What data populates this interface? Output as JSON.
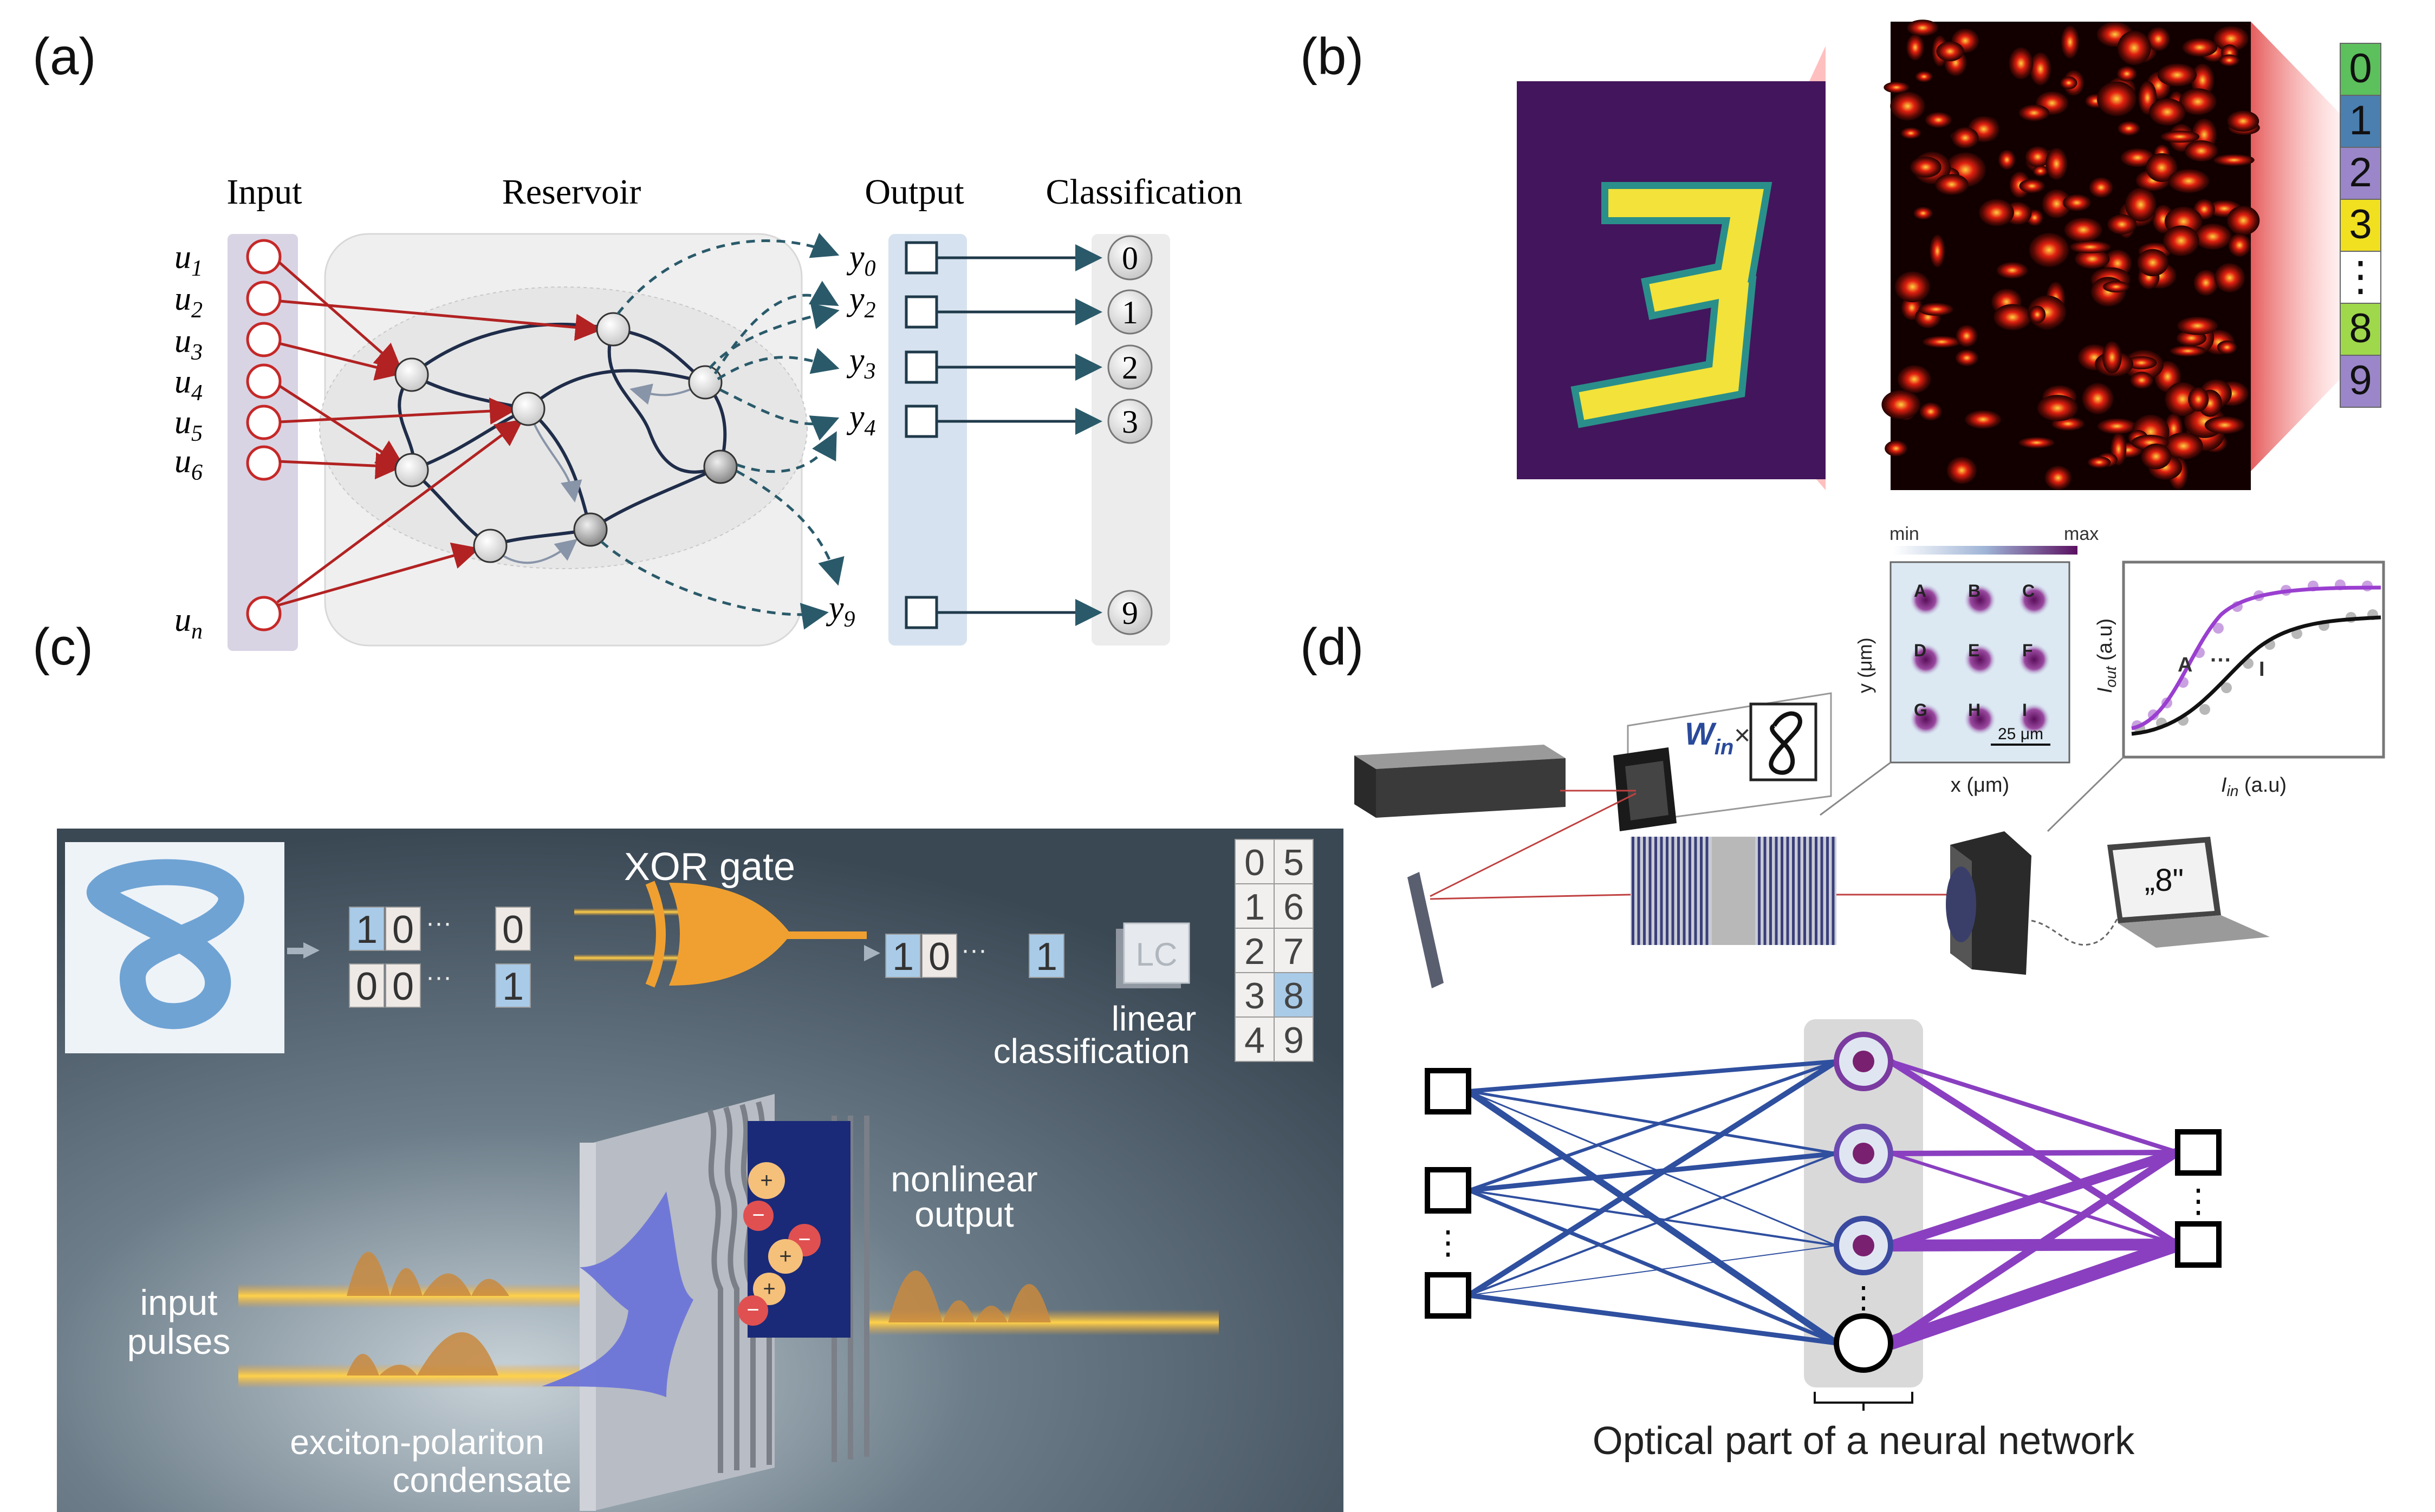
{
  "panel_labels": {
    "a": "(a)",
    "b": "(b)",
    "c": "(c)",
    "d": "(d)"
  },
  "panel_a": {
    "headers": {
      "input": "Input",
      "reservoir": "Reservoir",
      "output": "Output",
      "classification": "Classification"
    },
    "inputs": [
      {
        "sym": "u",
        "sub": "1"
      },
      {
        "sym": "u",
        "sub": "2"
      },
      {
        "sym": "u",
        "sub": "3"
      },
      {
        "sym": "u",
        "sub": "4"
      },
      {
        "sym": "u",
        "sub": "5"
      },
      {
        "sym": "u",
        "sub": "6"
      },
      {
        "sym": "u",
        "sub": "n"
      }
    ],
    "outputs": [
      {
        "sym": "y",
        "sub": "0"
      },
      {
        "sym": "y",
        "sub": "2"
      },
      {
        "sym": "y",
        "sub": "3"
      },
      {
        "sym": "y",
        "sub": "4"
      },
      {
        "sym": "y",
        "sub": "9"
      }
    ],
    "classes": [
      "0",
      "1",
      "2",
      "3",
      "9"
    ],
    "colors": {
      "input_arrow": "#b22222",
      "reservoir_link": "#1f2d4a",
      "output_dash": "#2a5a6a",
      "output_box": "#d6e2ef"
    }
  },
  "panel_b": {
    "digit_shown": "3",
    "class_bar": [
      {
        "label": "0",
        "color": "#5cc05c"
      },
      {
        "label": "1",
        "color": "#4a7fb0"
      },
      {
        "label": "2",
        "color": "#9a86c8"
      },
      {
        "label": "3",
        "color": "#f0e020"
      },
      {
        "label": "⋮",
        "color": "#ffffff"
      },
      {
        "label": "8",
        "color": "#9fd84a"
      },
      {
        "label": "9",
        "color": "#9a86c8"
      }
    ]
  },
  "panel_c": {
    "xor_label": "XOR gate",
    "bits_top": [
      "1",
      "0",
      "0"
    ],
    "bits_bottom": [
      "0",
      "0",
      "1"
    ],
    "bits_result": [
      "1",
      "0",
      "1"
    ],
    "dots": "···",
    "lc_label": "LC",
    "linear_label_1": "linear",
    "linear_label_2": "classification",
    "class_grid": [
      [
        "0",
        "5"
      ],
      [
        "1",
        "6"
      ],
      [
        "2",
        "7"
      ],
      [
        "3",
        "8"
      ],
      [
        "4",
        "9"
      ]
    ],
    "nonlinear_1": "nonlinear",
    "nonlinear_2": "output",
    "input_1": "input",
    "input_2": "pulses",
    "exciton_1": "exciton-polariton",
    "exciton_2": "condensate",
    "colors": {
      "background": "#3f4f5c",
      "xor": "#f0a030",
      "bit_blue": "#a9cbe8"
    }
  },
  "panel_d": {
    "scale_min": "min",
    "scale_max": "max",
    "spot_letters": [
      "A",
      "B",
      "C",
      "D",
      "E",
      "F",
      "G",
      "H",
      "I"
    ],
    "scale_bar": "25 μm",
    "y_axis": "y (μm)",
    "x_axis": "x (μm)",
    "win_label": "W",
    "win_sub": "in",
    "win_times": "×",
    "iout_label": "I",
    "iout_sub": "out",
    "iout_unit": " (a.u)",
    "iin_label": "I",
    "iin_sub": "in",
    "iin_unit": " (a.u)",
    "curve_a": "A",
    "curve_i": "I",
    "curve_dots": "···",
    "laptop_text": "„8\"",
    "nn_caption": "Optical part of a neural network",
    "colors": {
      "blue": "#2f4f9f",
      "purple": "#8a3fc0"
    }
  }
}
